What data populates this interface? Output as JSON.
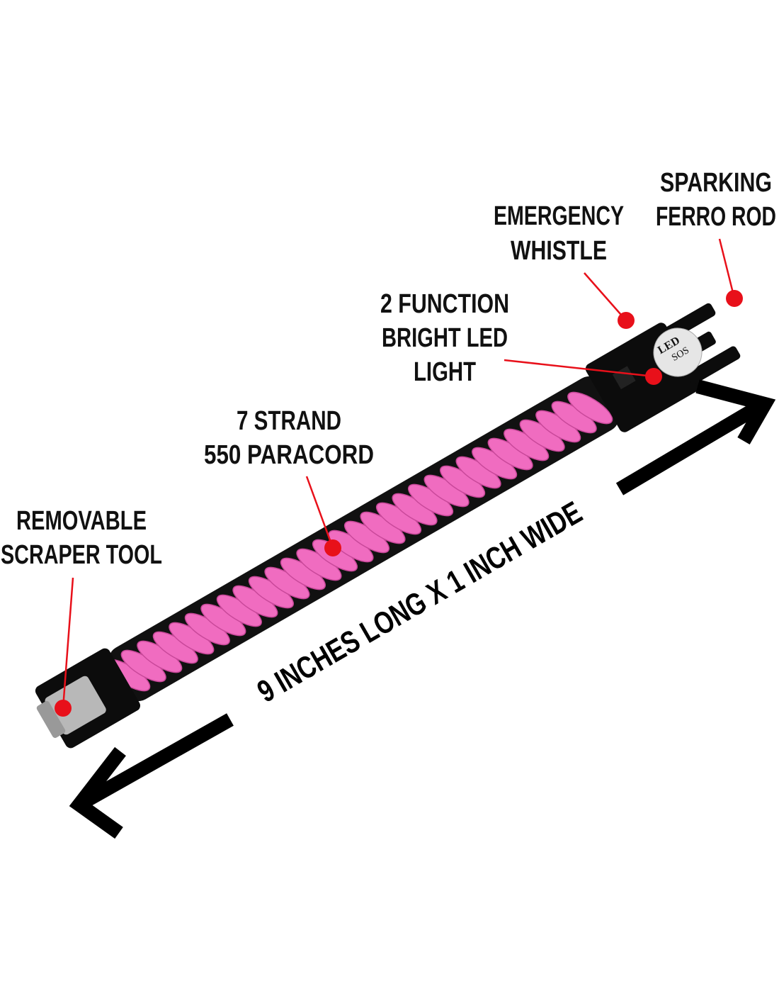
{
  "callouts": {
    "ferro_rod": [
      "SPARKING",
      "FERRO ROD"
    ],
    "whistle": [
      "EMERGENCY",
      "WHISTLE"
    ],
    "led": [
      "2 FUNCTION",
      "BRIGHT LED",
      "LIGHT"
    ],
    "paracord": [
      "7 STRAND",
      "550 PARACORD"
    ],
    "scraper": [
      "REMOVABLE",
      "SCRAPER TOOL"
    ]
  },
  "dimension_label": "9 INCHES LONG X 1 INCH WIDE",
  "led_module": {
    "line1": "LED",
    "line2": "SOS"
  },
  "colors": {
    "cord_pink": "#f06cc0",
    "cord_black": "#111111",
    "marker_red": "#e8101a"
  }
}
